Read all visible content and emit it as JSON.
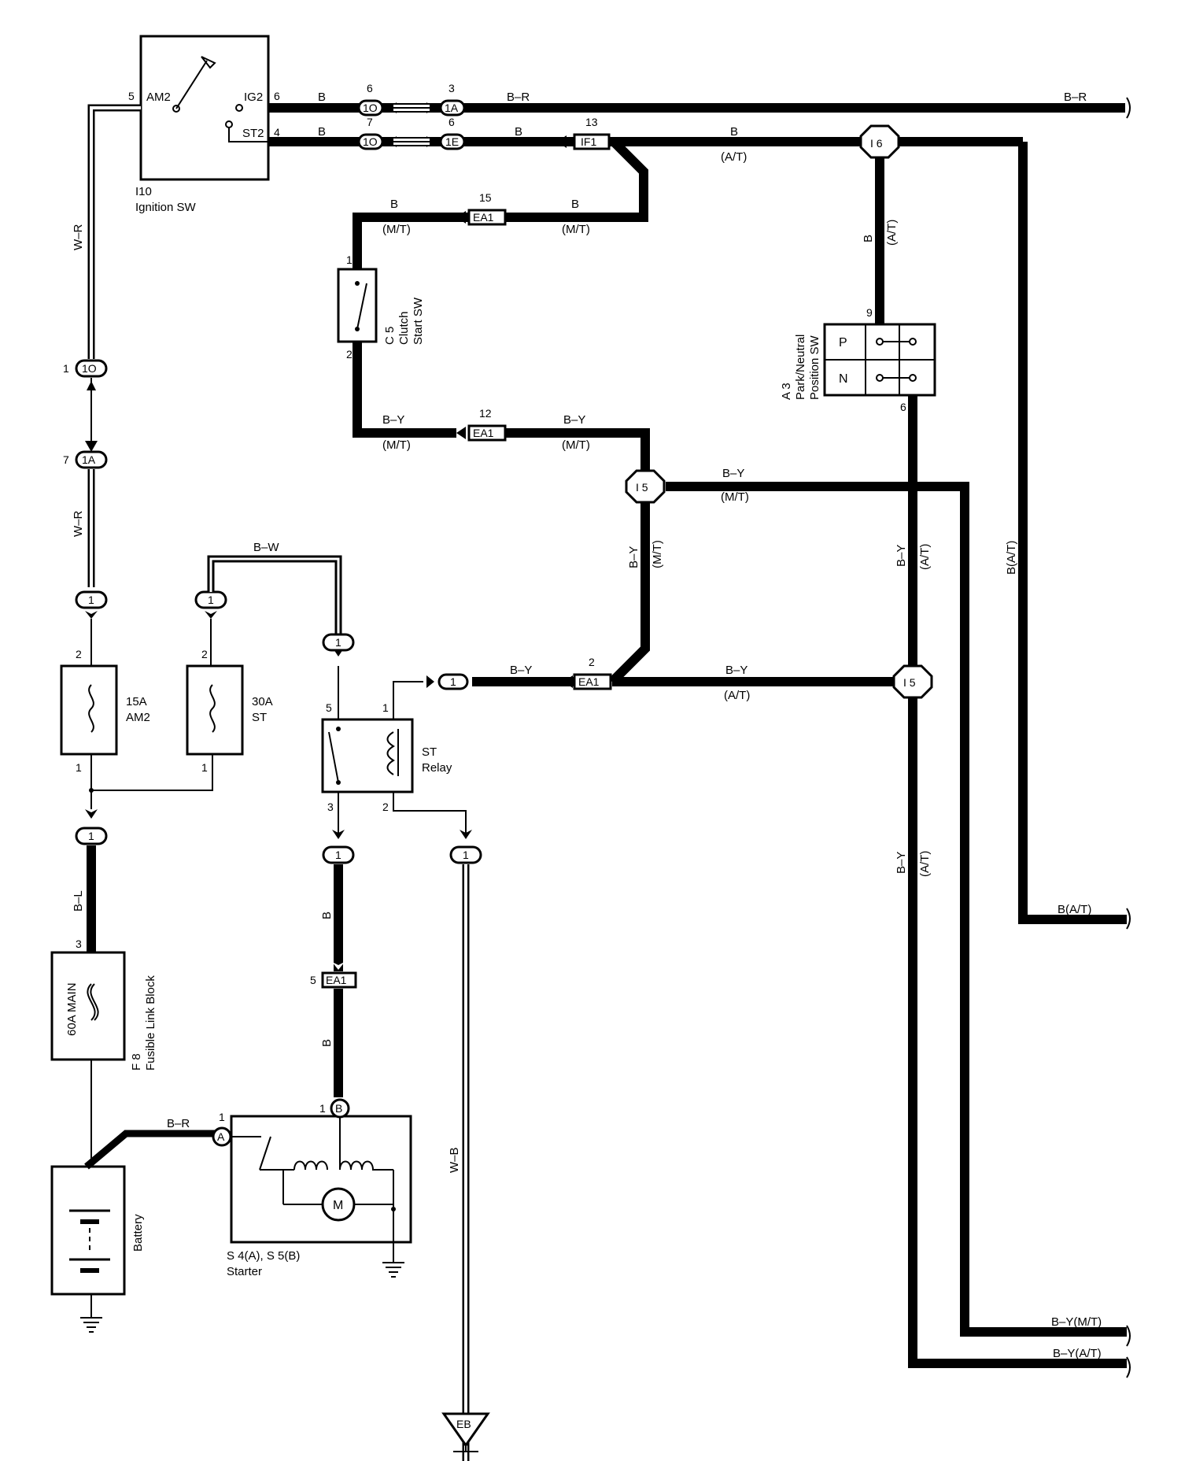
{
  "components": {
    "ignition_sw": {
      "id": "I10",
      "name": "Ignition SW",
      "terminals": [
        "AM2",
        "IG2",
        "ST2"
      ],
      "pins": [
        "5",
        "6",
        "4"
      ]
    },
    "clutch_sw": {
      "id": "C 5",
      "name1": "Clutch",
      "name2": "Start SW",
      "pins": [
        "1",
        "2"
      ]
    },
    "pn_sw": {
      "id": "A 3",
      "name1": "Park/Neutral",
      "name2": "Position SW",
      "pos_p": "P",
      "pos_n": "N",
      "pins": [
        "9",
        "6"
      ]
    },
    "fuse_am2": {
      "rating": "15A",
      "name": "AM2",
      "pins": [
        "2",
        "1"
      ]
    },
    "fuse_st": {
      "rating": "30A",
      "name": "ST",
      "pins": [
        "2",
        "1"
      ]
    },
    "st_relay": {
      "name1": "ST",
      "name2": "Relay",
      "pins": [
        "5",
        "1",
        "3",
        "2"
      ]
    },
    "fusible_link": {
      "rating": "60A MAIN",
      "id": "F 8",
      "name": "Fusible Link Block",
      "pin": "3"
    },
    "starter": {
      "id": "S 4(A), S 5(B)",
      "name": "Starter",
      "motor": "M",
      "term_a": "A",
      "term_b": "B",
      "pin_a": "1",
      "pin_b": "1"
    },
    "battery": {
      "name": "Battery"
    },
    "ground_eb": {
      "label": "EB"
    }
  },
  "connectors": {
    "c1o_a": "1O",
    "c1o_b": "1O",
    "c1a": "1A",
    "c1e": "1E",
    "if1": "IF1",
    "ea1_15": "EA1",
    "ea1_12": "EA1",
    "ea1_2": "EA1",
    "ea1_5": "EA1",
    "i6": "I 6",
    "i5_mt": "I 5",
    "i5_at": "I 5",
    "c1o_left": "1O",
    "c1a_left": "1A",
    "one": "1"
  },
  "pins": {
    "p6": "6",
    "p7": "7",
    "p3": "3",
    "p6b": "6",
    "p13": "13",
    "p15": "15",
    "p12": "12",
    "p2": "2",
    "p5": "5",
    "p1": "1",
    "p7l": "7",
    "p1l": "1",
    "p2a": "2"
  },
  "wires": {
    "b": "B",
    "br": "B–R",
    "wr": "W–R",
    "bw": "B–W",
    "by": "B–Y",
    "bl": "B–L",
    "wb": "W–B",
    "at": "(A/T)",
    "mt": "(M/T)",
    "b_at": "B(A/T)",
    "by_mt": "B–Y(M/T)",
    "by_at": "B–Y(A/T)"
  }
}
